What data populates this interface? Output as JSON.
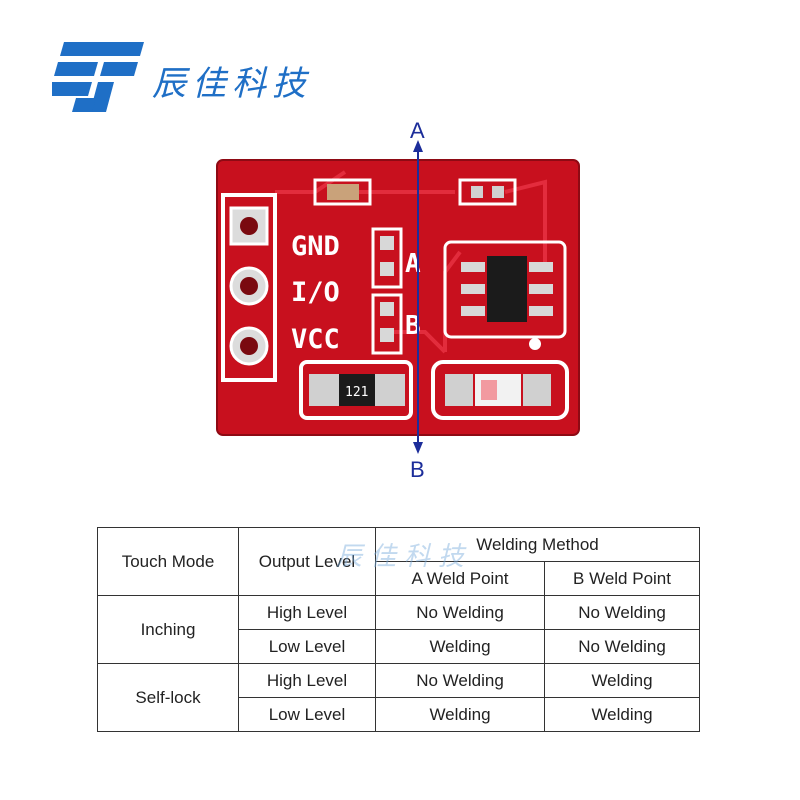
{
  "brand": {
    "name": "辰佳科技"
  },
  "board": {
    "silkscreen": {
      "pin_gnd": "GND",
      "pin_io": "I/O",
      "pin_vcc": "VCC",
      "pad_a": "A",
      "pad_b": "B",
      "resistor": "121"
    },
    "markers": {
      "top": "A",
      "bottom": "B"
    }
  },
  "table": {
    "headers": {
      "touch_mode": "Touch Mode",
      "output_level": "Output Level",
      "welding_method": "Welding Method",
      "a_weld_point": "A Weld Point",
      "b_weld_point": "B Weld Point"
    },
    "groups": [
      {
        "mode": "Inching",
        "rows": [
          {
            "level": "High Level",
            "a": "No Welding",
            "b": "No Welding"
          },
          {
            "level": "Low Level",
            "a": "Welding",
            "b": "No Welding"
          }
        ]
      },
      {
        "mode": "Self-lock",
        "rows": [
          {
            "level": "High Level",
            "a": "No Welding",
            "b": "Welding"
          },
          {
            "level": "Low Level",
            "a": "Welding",
            "b": "Welding"
          }
        ]
      }
    ]
  },
  "colors": {
    "brand_blue": "#1f6fc6",
    "pcb_red": "#c8101e",
    "marker_blue": "#1c2d9a"
  }
}
